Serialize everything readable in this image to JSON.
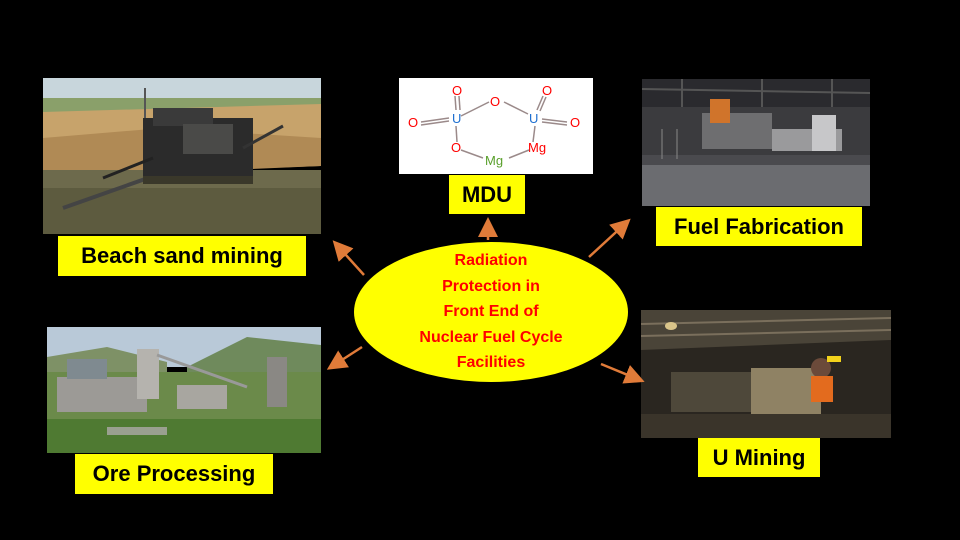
{
  "center": {
    "lines": [
      "Radiation",
      "Protection in",
      "Front End of",
      "Nuclear Fuel Cycle",
      "Facilities"
    ]
  },
  "labels": {
    "beach": "Beach sand mining",
    "mdu": "MDU",
    "fuel": "Fuel Fabrication",
    "ore": "Ore Processing",
    "umining": "U Mining"
  },
  "mdu_structure": {
    "atoms": [
      "O",
      "U",
      "O",
      "O",
      "U",
      "O",
      "O",
      "O",
      "Mg"
    ]
  },
  "colors": {
    "background": "#000000",
    "label_bg": "#ffff00",
    "center_text": "#ff0000",
    "arrow": "#e07b39",
    "oxygen": "#ff0000",
    "uranium": "#1e6fd0",
    "magnesium": "#5aa02c"
  }
}
